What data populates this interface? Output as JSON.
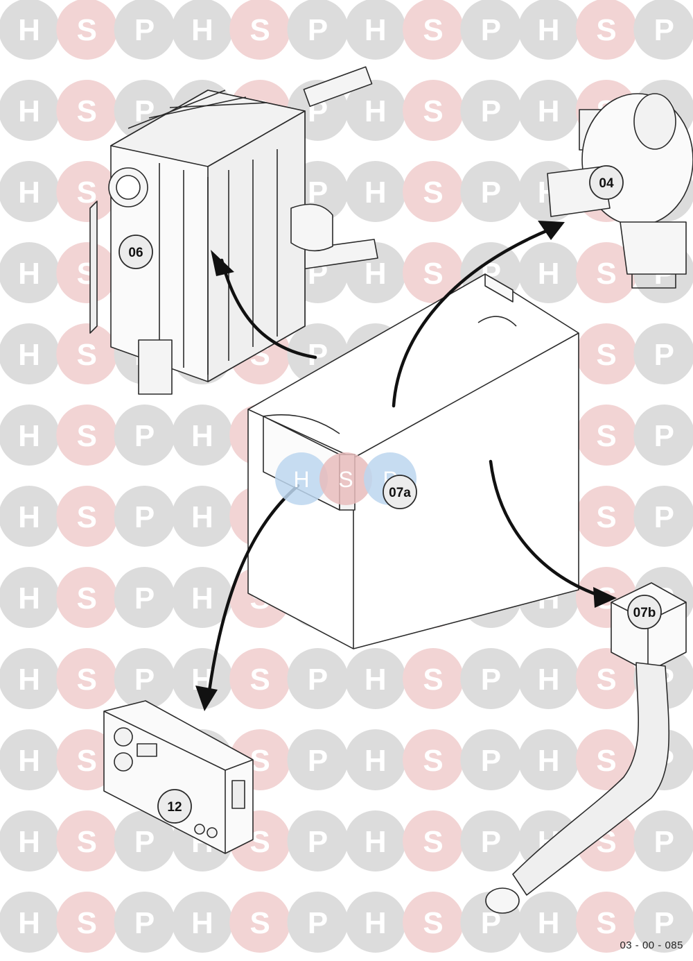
{
  "watermark": {
    "letters": [
      "H",
      "S",
      "P"
    ],
    "colors": {
      "grey": "#dcdcdc",
      "pink": "#f2d4d4",
      "letter": "#ffffff"
    }
  },
  "center_badge": {
    "letters": [
      "H",
      "S",
      "P"
    ],
    "colors": {
      "blue": "#bcd6ee",
      "pink": "#e8bcbc",
      "letter": "#ffffff"
    }
  },
  "callouts": {
    "c06": "06",
    "c04": "04",
    "c07a": "07a",
    "c07b": "07b",
    "c12": "12"
  },
  "drawing_ref": "03 - 00 - 085",
  "colors": {
    "line": "#2a2a2a",
    "arrow": "#111111",
    "callout_fill": "#ececec"
  }
}
